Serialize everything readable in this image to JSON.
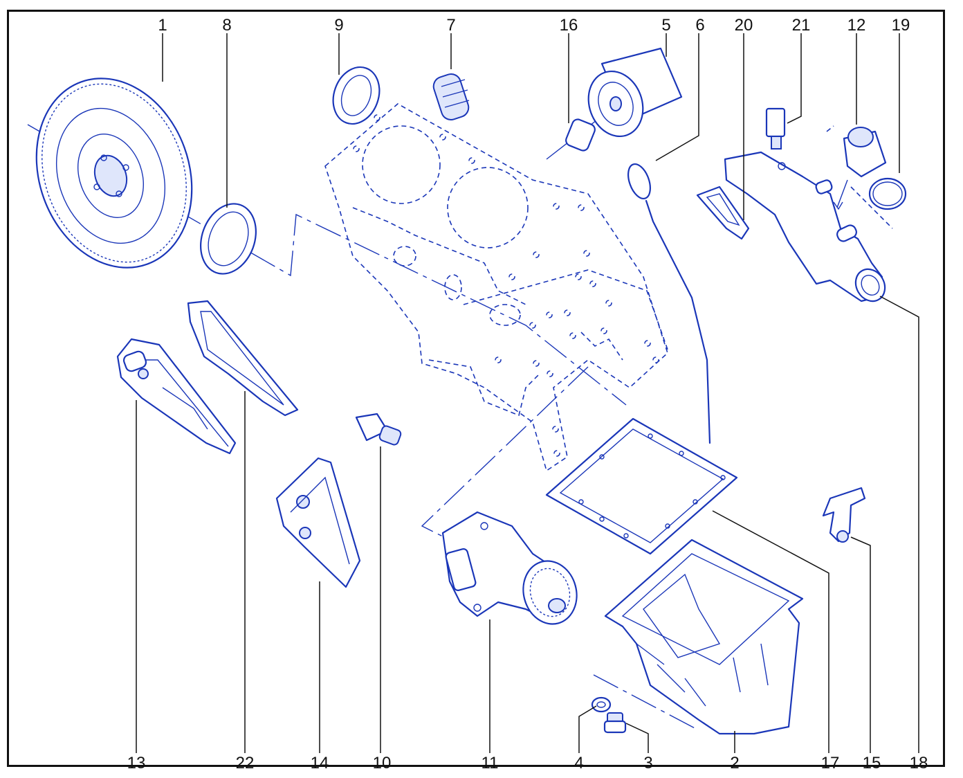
{
  "colors": {
    "line_art": "#1a36b8",
    "label_text": "#111111",
    "frame": "#111111",
    "background": "#ffffff"
  },
  "callouts": {
    "top": [
      "1",
      "8",
      "9",
      "7",
      "16",
      "5",
      "6",
      "20",
      "21",
      "12",
      "19"
    ],
    "bottom": [
      "13",
      "22",
      "14",
      "10",
      "11",
      "4",
      "3",
      "2",
      "17",
      "15",
      "18"
    ]
  },
  "labels": {
    "l1": "1",
    "l8": "8",
    "l9": "9",
    "l7": "7",
    "l16": "16",
    "l5": "5",
    "l6": "6",
    "l20": "20",
    "l21": "21",
    "l12": "12",
    "l19": "19",
    "l13": "13",
    "l22": "22",
    "l14": "14",
    "l10": "10",
    "l11": "11",
    "l4": "4",
    "l3": "3",
    "l2": "2",
    "l17": "17",
    "l15": "15",
    "l18": "18"
  }
}
